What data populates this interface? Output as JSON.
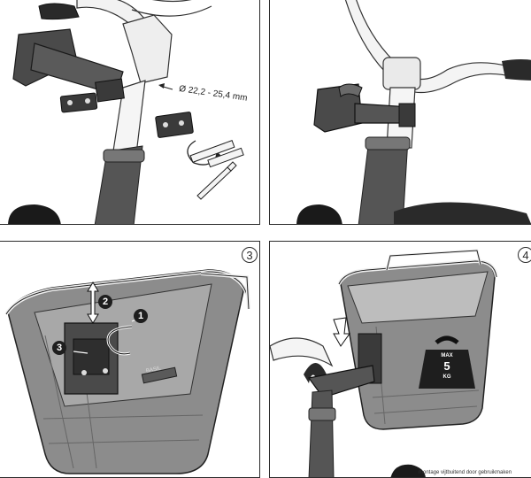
{
  "panel1": {
    "measurement": "Ø 22,2 - 25,4 mm"
  },
  "panel3": {
    "badge": "3",
    "steps": [
      "1",
      "2",
      "3"
    ],
    "brand": "BASIL"
  },
  "panel4": {
    "badge": "4",
    "weight_max": "MAX",
    "weight_value": "5",
    "weight_unit": "KG",
    "footer": "montage vijtbuitend door gebruikmaken"
  },
  "colors": {
    "line": "#2b2b2b",
    "metal": "#7a7a7a",
    "dark": "#3a3a3a",
    "tire": "#1a1a1a"
  }
}
